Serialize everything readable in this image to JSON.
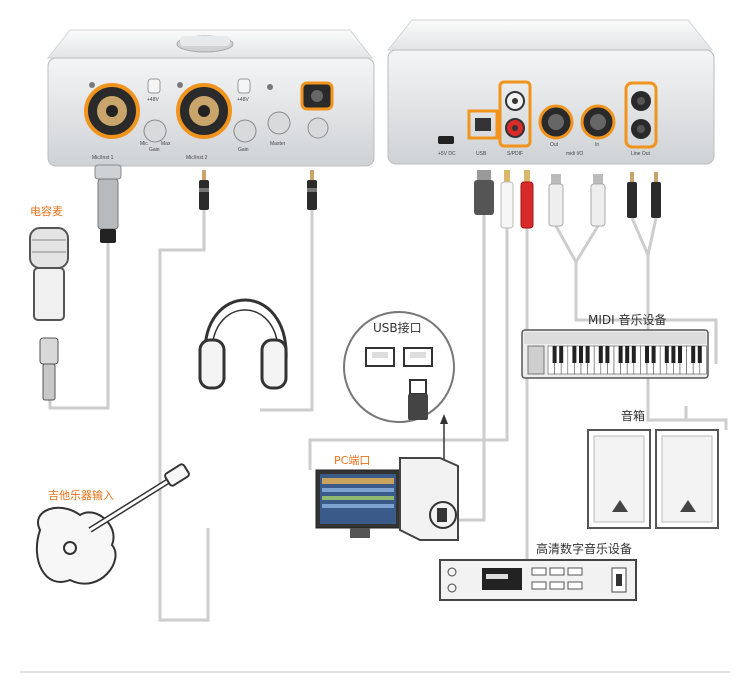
{
  "labels": {
    "condenser_mic": "电容麦",
    "guitar_input": "吉他乐器输入",
    "usb_port": "USB接口",
    "pc_port": "PC端口",
    "midi_device": "MIDI 音乐设备",
    "speakers": "音箱",
    "hd_audio_device": "高清数字音乐设备"
  },
  "front_panel": {
    "micinst1": "Mic/Inst 1",
    "micinst2": "Mic/Inst 2",
    "gain": "Gain",
    "master": "Master",
    "phantom": "+48V",
    "mic_left": "Mic",
    "mic_right": "Max"
  },
  "back_panel": {
    "dc": "+5V DC",
    "usb": "USB",
    "spdif": "S/PDIF",
    "midi_io": "midi I/O",
    "out": "Out",
    "in": "In",
    "line_out": "Line Out"
  },
  "colors": {
    "highlight": "#f0941e",
    "cable": "#c8c8c8",
    "device": "#e6e8ea"
  }
}
